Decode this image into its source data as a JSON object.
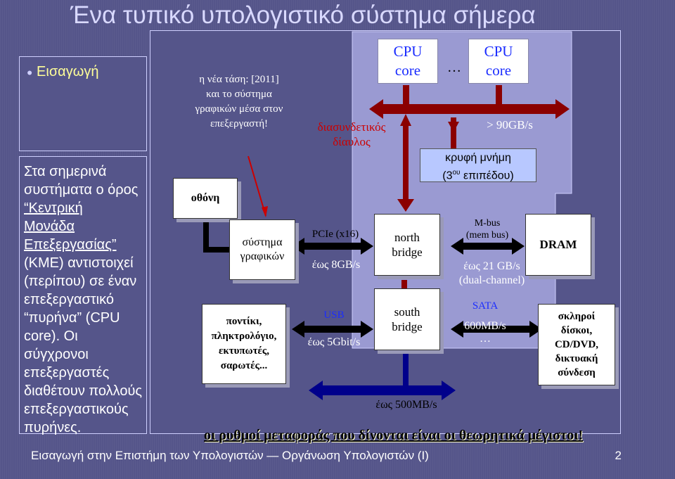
{
  "slide": {
    "title": "Ένα τυπικό υπολογιστικό σύστημα σήμερα",
    "nav_bullet": "Εισαγωγή",
    "body": {
      "l1": "Στα σημερινά",
      "l2": "συστήματα ο όρος",
      "l3": "“Κεντρική",
      "l4": "Μονάδα",
      "l5": "Επεξεργασίας”",
      "l6": "(ΚΜΕ) αντιστοιχεί",
      "l7": "(περίπου) σε έναν",
      "l8": "επεξεργαστικό",
      "l9a": "“πυρήνα” (CPU",
      "l10": "core). Οι",
      "l11": "σύγχρονοι",
      "l12": "επεξεργαστές",
      "l13": "διαθέτουν πολλούς",
      "l14": "επεξεργαστικούς",
      "l15": "πυρήνες."
    },
    "footer": "Εισαγωγή στην Επιστήμη των Υπολογιστών — Οργάνωση Υπολογιστών (Ι)",
    "page": "2",
    "note": "οι ρυθμοί μεταφοράς που δίνονται είναι οι θεωρητικά μέγιστοι!"
  },
  "diagram": {
    "trend": {
      "l1": "η νέα τάση: [2011]",
      "l2": "και το σύστημα",
      "l3": "γραφικών μέσα στον",
      "l4": "επεξεργαστή!"
    },
    "cpu1": {
      "l1": "CPU",
      "l2": "core"
    },
    "cpu2": {
      "l1": "CPU",
      "l2": "core"
    },
    "cpu_dots": "…",
    "bus_label": {
      "l1": "διασυνδετικός",
      "l2": "δίαυλος"
    },
    "bus_rate": "> 90GB/s",
    "cache": {
      "l1": "κρυφή μνήμη",
      "l2a": "(3",
      "l2sup": "ου",
      "l2b": " επιπέδου)"
    },
    "screen": "οθόνη",
    "graphics": {
      "l1": "σύστημα",
      "l2": "γραφικών"
    },
    "pcie": {
      "l1": "PCIe (x16)",
      "l2": "έως 8GB/s"
    },
    "north": {
      "l1": "north",
      "l2": "bridge"
    },
    "mbus": {
      "l1": "M-bus",
      "l2": "(mem bus)",
      "l3": "έως 21 GB/s",
      "l4": "(dual-channel)"
    },
    "dram": "DRAM",
    "south": {
      "l1": "south",
      "l2": "bridge"
    },
    "usb": {
      "l1": "USB",
      "l2": "έως 5Gbit/s"
    },
    "sata": {
      "l1": "SATA",
      "l2": "600MB/s",
      "l3": "…"
    },
    "disks": {
      "l1": "σκληροί",
      "l2": "δίσκοι,",
      "l3": "CD/DVD,",
      "l4": "δικτυακή",
      "l5": "σύνδεση"
    },
    "peripherals": {
      "l1": "ποντίκι,",
      "l2": "πληκτρολόγιο,",
      "l3": "εκτυπωτές,",
      "l4": "σαρωτές..."
    },
    "south_rate": "έως 500MB/s"
  },
  "colors": {
    "background": "#55558a",
    "panel": "#8f8fc9",
    "arrow": "#8b0000",
    "title": "#d9d9ff",
    "note": "#ffffcc"
  }
}
